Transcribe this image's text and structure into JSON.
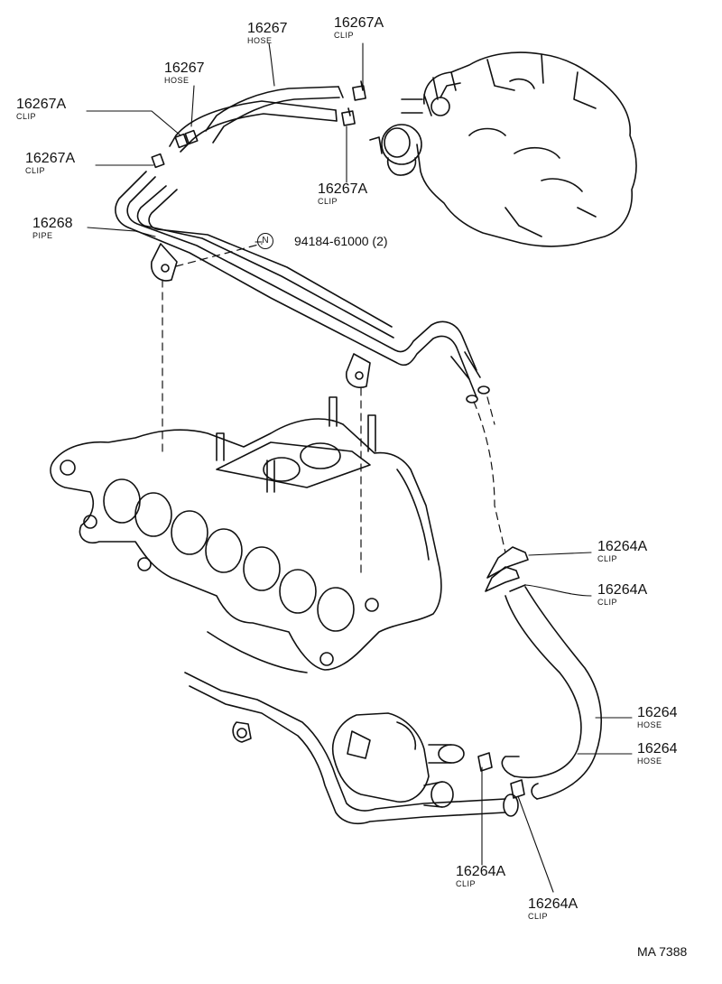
{
  "labels": [
    {
      "id": "hose-top",
      "number": "16267",
      "desc": "HOSE"
    },
    {
      "id": "clip-top",
      "number": "16267A",
      "desc": "CLIP"
    },
    {
      "id": "hose-mid",
      "number": "16267",
      "desc": "HOSE"
    },
    {
      "id": "clip-left-1",
      "number": "16267A",
      "desc": "CLIP"
    },
    {
      "id": "clip-left-2",
      "number": "16267A",
      "desc": "CLIP"
    },
    {
      "id": "clip-right",
      "number": "16267A",
      "desc": "CLIP"
    },
    {
      "id": "pipe",
      "number": "16268",
      "desc": "PIPE"
    },
    {
      "id": "clip-r1",
      "number": "16264A",
      "desc": "CLIP"
    },
    {
      "id": "clip-r2",
      "number": "16264A",
      "desc": "CLIP"
    },
    {
      "id": "hose-r1",
      "number": "16264",
      "desc": "HOSE"
    },
    {
      "id": "hose-r2",
      "number": "16264",
      "desc": "HOSE"
    },
    {
      "id": "clip-b1",
      "number": "16264A",
      "desc": "CLIP"
    },
    {
      "id": "clip-b2",
      "number": "16264A",
      "desc": "CLIP"
    }
  ],
  "bolt_ref": {
    "badge": "N",
    "text": "94184-61000 (2)"
  },
  "diagram_code": "MA 7388"
}
